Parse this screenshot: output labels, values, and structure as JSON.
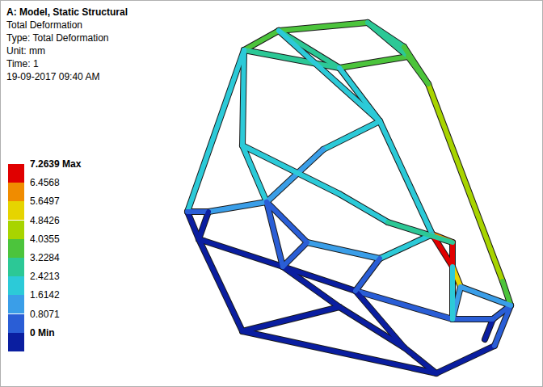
{
  "diagram": {
    "labels": [
      "A: Model, Static Structural",
      "Total Deformation",
      "Type: Total Deformation",
      "Unit: mm",
      "Time: 1",
      "19-09-2017 09:40 AM"
    ],
    "legend": [
      {
        "text": "7.2639 Max",
        "color": "#e00000"
      },
      {
        "text": "6.4568",
        "color": "#f08c00"
      },
      {
        "text": "5.6497",
        "color": "#e6d400"
      },
      {
        "text": "4.8426",
        "color": "#a8d400"
      },
      {
        "text": "4.0355",
        "color": "#4cc43c"
      },
      {
        "text": "3.2284",
        "color": "#2cc896"
      },
      {
        "text": "2.4213",
        "color": "#2ccad8"
      },
      {
        "text": "1.6142",
        "color": "#3a9ee8"
      },
      {
        "text": "0.8071",
        "color": "#2a5ed6"
      },
      {
        "text": "0 Min",
        "color": "#0a1ea0"
      }
    ]
  }
}
